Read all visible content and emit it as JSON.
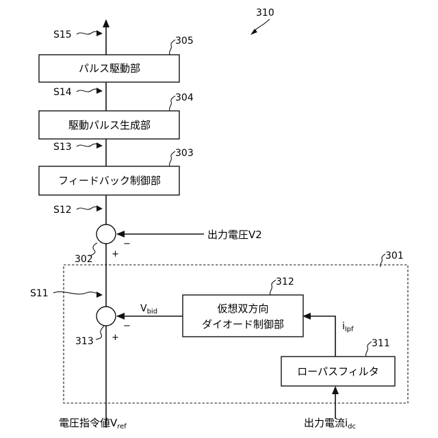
{
  "figure_ref": "310",
  "blocks": {
    "pulse_drive": {
      "ref": "305",
      "label": "パルス駆動部"
    },
    "drive_pulse_gen": {
      "ref": "304",
      "label": "駆動パルス生成部"
    },
    "feedback_ctrl": {
      "ref": "303",
      "label": "フィードバック制御部"
    },
    "virtual_diode_ctrl": {
      "ref": "312",
      "label_line1": "仮想双方向",
      "label_line2": "ダイオード制御部"
    },
    "lowpass_filter": {
      "ref": "311",
      "label": "ローパスフィルタ"
    },
    "group": {
      "ref": "301"
    }
  },
  "adders": {
    "upper": {
      "ref": "302",
      "plus": "+",
      "minus": "−"
    },
    "lower": {
      "ref": "313",
      "plus": "+",
      "minus": "−"
    }
  },
  "signals": {
    "s15": "S15",
    "s14": "S14",
    "s13": "S13",
    "s12": "S12",
    "s11": "S11",
    "vbid_main": "V",
    "vbid_sub": "bid",
    "ilpf_main": "i",
    "ilpf_sub": "lpf"
  },
  "inputs": {
    "output_voltage": "出力電圧V2",
    "voltage_ref_main": "電圧指令値V",
    "voltage_ref_sub": "ref",
    "output_current_main": "出力電流i",
    "output_current_sub": "dc"
  }
}
